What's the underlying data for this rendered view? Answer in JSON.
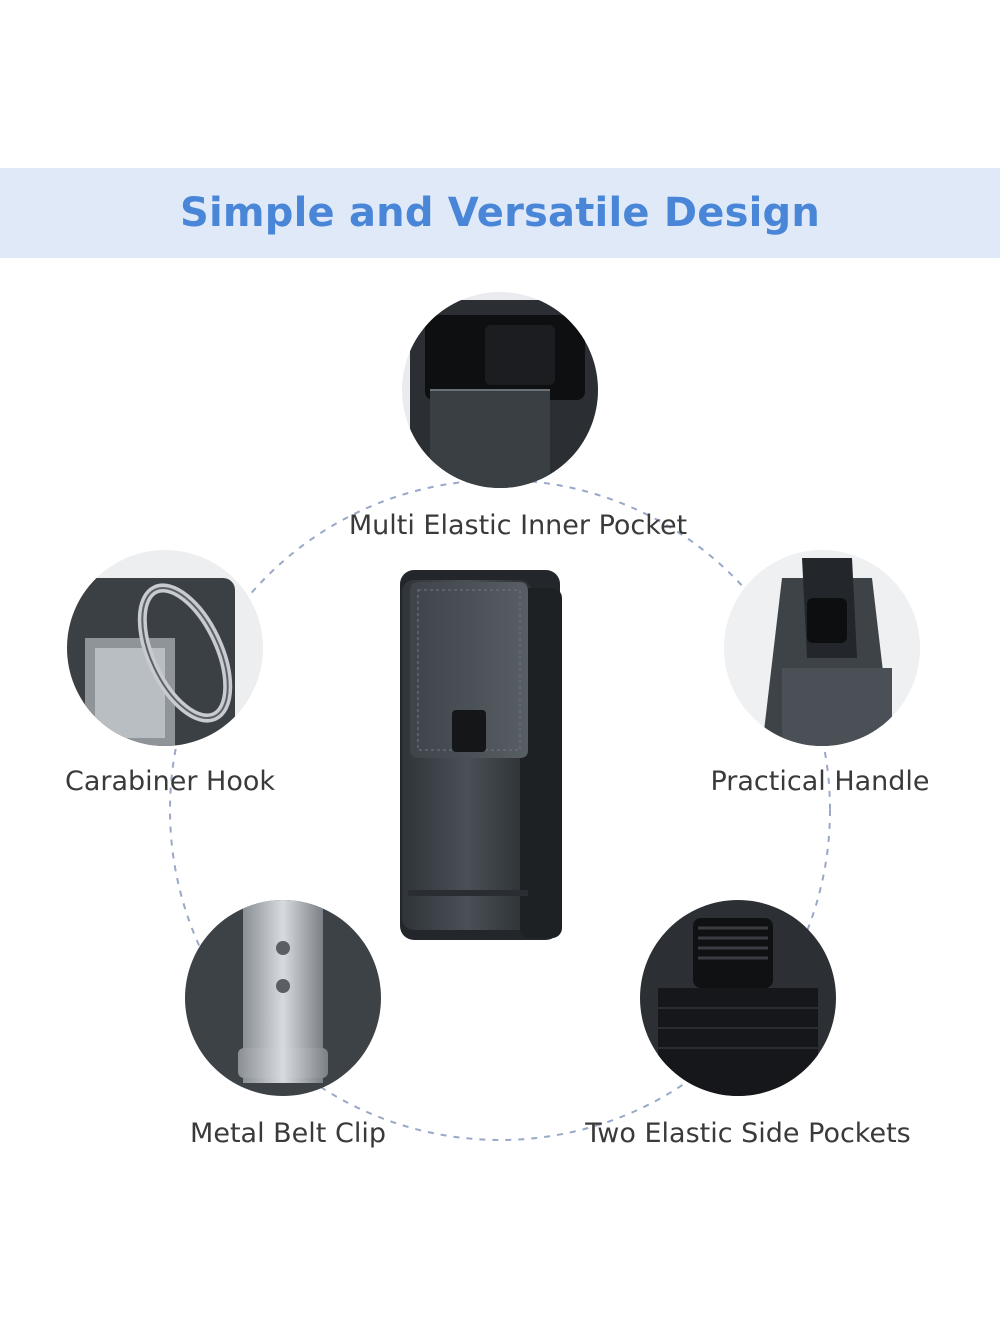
{
  "banner": {
    "title": "Simple and Versatile Design",
    "background": "#dfe9f7",
    "text_color": "#4a86d8"
  },
  "features": [
    {
      "id": "inner-pocket",
      "label": "Multi Elastic Inner Pocket",
      "icon": "inner-pocket-photo"
    },
    {
      "id": "carabiner",
      "label": "Carabiner Hook",
      "icon": "carabiner-photo"
    },
    {
      "id": "handle",
      "label": "Practical Handle",
      "icon": "handle-photo"
    },
    {
      "id": "belt-clip",
      "label": "Metal Belt Clip",
      "icon": "belt-clip-photo"
    },
    {
      "id": "side-pockets",
      "label": "Two Elastic Side Pockets",
      "icon": "side-pockets-photo"
    }
  ],
  "colors": {
    "ring": "#9aa8c8",
    "pouch": "#3f4449",
    "pouch_dark": "#1e2226",
    "label": "#3a3a3a"
  }
}
